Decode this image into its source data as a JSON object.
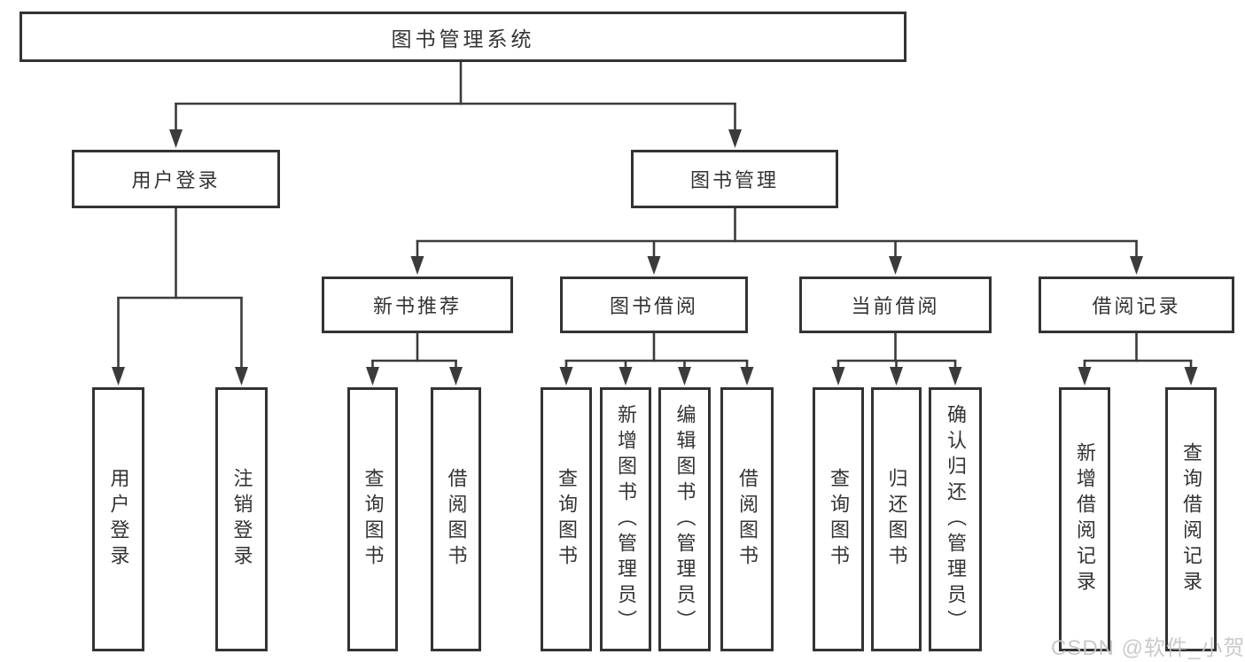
{
  "tree": {
    "label": "图书管理系统",
    "children": [
      {
        "label": "用户登录",
        "children": [
          {
            "label": "用户登录"
          },
          {
            "label": "注销登录"
          }
        ]
      },
      {
        "label": "图书管理",
        "children": [
          {
            "label": "新书推荐",
            "children": [
              {
                "label": "查询图书"
              },
              {
                "label": "借阅图书"
              }
            ]
          },
          {
            "label": "图书借阅",
            "children": [
              {
                "label": "查询图书"
              },
              {
                "label": "新增图书（管理员）"
              },
              {
                "label": "编辑图书（管理员）"
              },
              {
                "label": "借阅图书"
              }
            ]
          },
          {
            "label": "当前借阅",
            "children": [
              {
                "label": "查询图书"
              },
              {
                "label": "归还图书"
              },
              {
                "label": "确认归还（管理员）"
              }
            ]
          },
          {
            "label": "借阅记录",
            "children": [
              {
                "label": "新增借阅记录"
              },
              {
                "label": "查询借阅记录"
              }
            ]
          }
        ]
      }
    ]
  },
  "watermark": {
    "text": "CSDN @软件_小贺同学"
  },
  "colors": {
    "background": "#ffffff",
    "line": "#3b3b3b",
    "box_border": "#333333",
    "text": "#333333",
    "watermark": "#c5c5c5"
  }
}
